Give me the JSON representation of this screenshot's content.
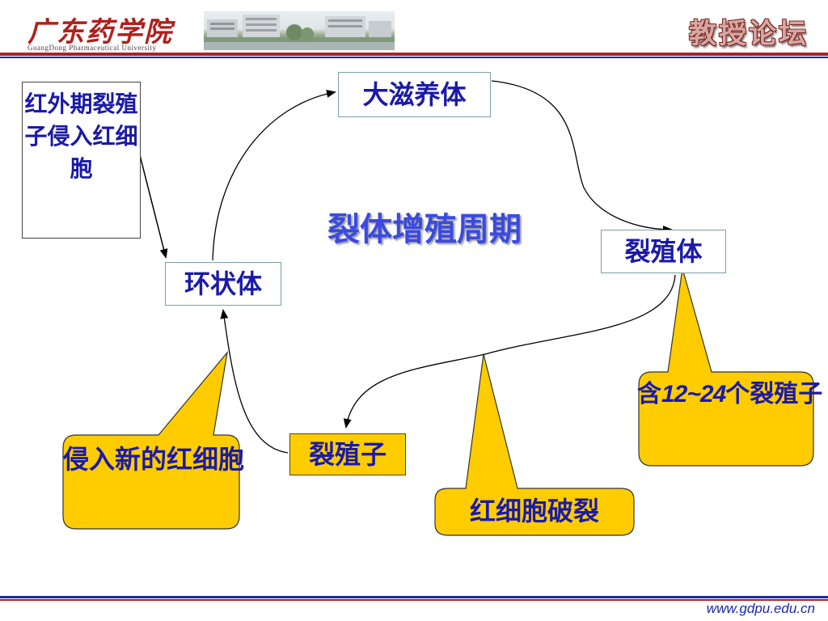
{
  "header": {
    "logo_text": "广东药学院",
    "logo_subtitle": "GuangDong Pharmaceutical University",
    "forum_title": "教授论坛"
  },
  "diagram": {
    "entry": "红外期裂殖子侵入红细胞",
    "trophozoite": "大滋养体",
    "schizont": "裂殖体",
    "ring": "环状体",
    "merozoite": "裂殖子",
    "cycle_label": "裂体增殖周期",
    "callouts": {
      "invade": "侵入新的红细胞",
      "burst": "红细胞破裂",
      "count_prefix": "含",
      "count_number": "12~24",
      "count_suffix": "个裂殖子"
    }
  },
  "colors": {
    "text_blue": "#1a1aa8",
    "callout_gold": "#ffcc00",
    "header_red": "#b0201c",
    "rule_blue": "#1b2aa6"
  },
  "footer": {
    "url": "www.gdpu.edu.cn"
  }
}
